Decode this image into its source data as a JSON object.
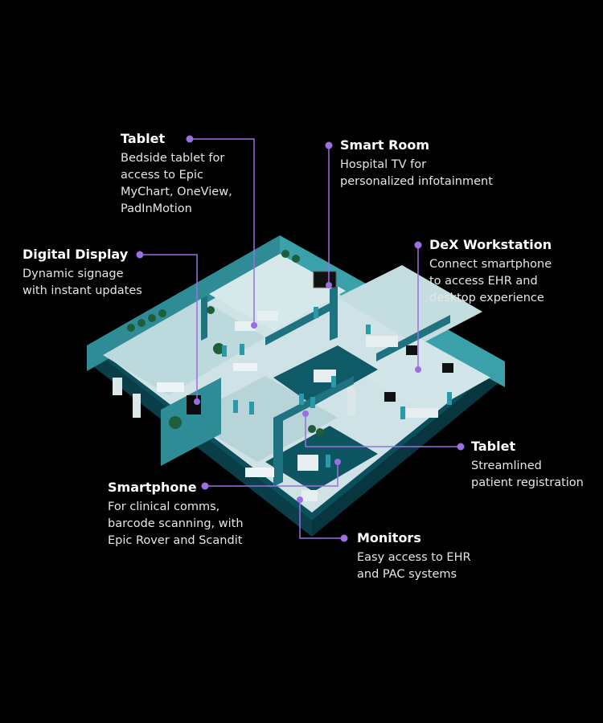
{
  "accent_color": "#9b6fe0",
  "callouts": {
    "tablet_top": {
      "title": "Tablet",
      "lines": [
        "Bedside tablet for",
        "access to Epic",
        "MyChart, OneView,",
        "PadInMotion"
      ]
    },
    "smart_room": {
      "title": "Smart Room",
      "lines": [
        "Hospital TV for",
        "personalized infotainment"
      ]
    },
    "digital_display": {
      "title": "Digital Display",
      "lines": [
        "Dynamic signage",
        "with instant updates"
      ]
    },
    "dex_workstation": {
      "title": "DeX Workstation",
      "lines": [
        "Connect smartphone",
        "to access EHR and",
        "desktop experience"
      ]
    },
    "tablet_right": {
      "title": "Tablet",
      "lines": [
        "Streamlined",
        "patient registration"
      ]
    },
    "smartphone": {
      "title": "Smartphone",
      "lines": [
        "For clinical comms,",
        "barcode scanning, with",
        "Epic Rover and Scandit"
      ]
    },
    "monitors": {
      "title": "Monitors",
      "lines": [
        "Easy access to EHR",
        "and PAC systems"
      ]
    }
  }
}
